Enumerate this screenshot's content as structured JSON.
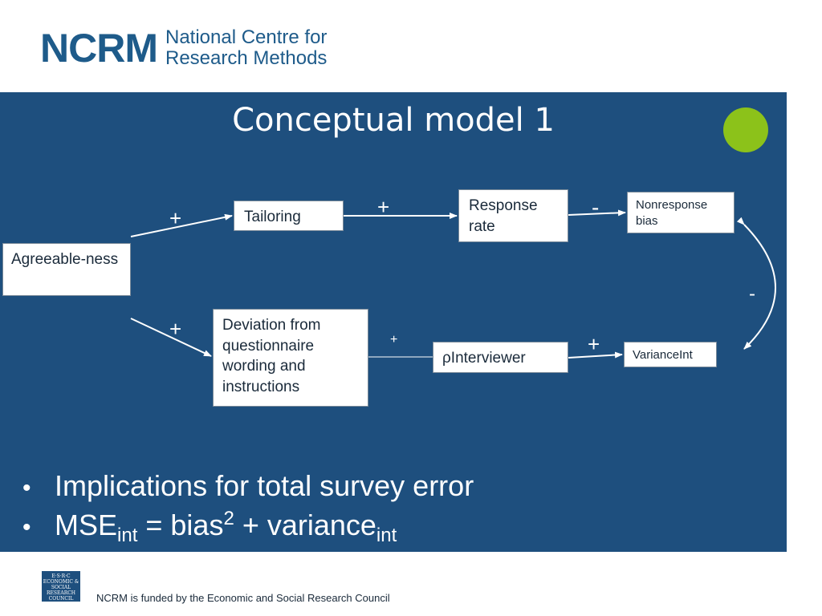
{
  "header": {
    "logo_mark": "NCRM",
    "logo_line1": "National Centre for",
    "logo_line2": "Research Methods"
  },
  "slide": {
    "title": "Conceptual model 1",
    "boxes": {
      "agreeableness": "Agreeable-ness",
      "tailoring": "Tailoring",
      "response_rate": "Response rate",
      "nonresponse_bias": "Nonresponse bias",
      "deviation": "Deviation from questionnaire wording and instructions",
      "rho_interviewer": "ρInterviewer",
      "variance_int": "VarianceInt"
    },
    "signs": {
      "agree_tailoring": "+",
      "tailoring_response": "+",
      "response_nonresponse": "-",
      "agree_deviation": "+",
      "deviation_rho": "+",
      "rho_variance": "+",
      "nonresponse_variance": "-"
    },
    "bullets": [
      {
        "text": "Implications for total survey error"
      },
      {
        "base": "MSE",
        "sub1": "int",
        "mid": " = bias",
        "sup": "2",
        "mid2": " + variance",
        "sub2": "int"
      }
    ],
    "bullet_symbol": "•"
  },
  "footer": {
    "logo_text": "E·S·R·C ECONOMIC & SOCIAL RESEARCH COUNCIL",
    "text": "NCRM is funded by the Economic and Social Research Council"
  },
  "colors": {
    "slide_bg": "#1e4f7e",
    "accent_green": "#8cc21a",
    "brand_blue": "#1e5b8a"
  }
}
